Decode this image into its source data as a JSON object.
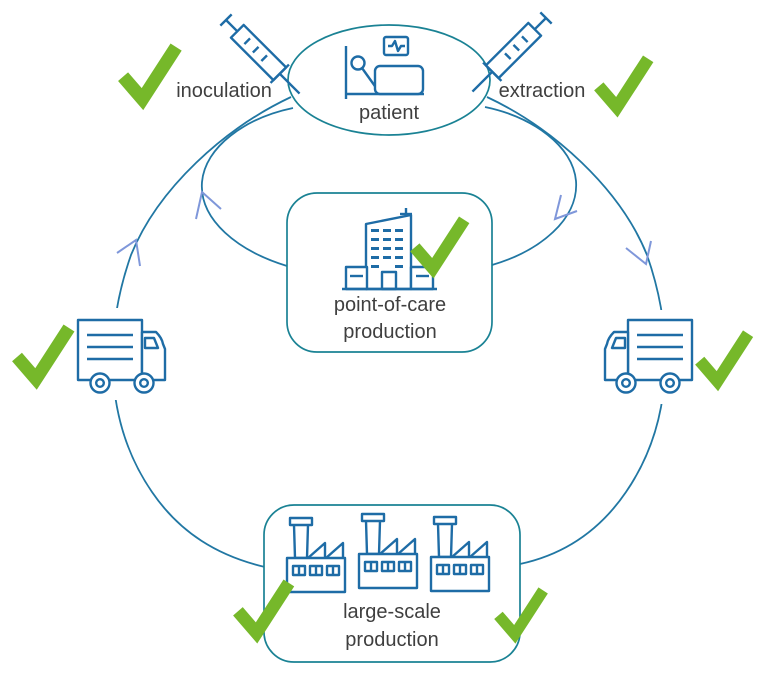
{
  "diagram": {
    "labels": {
      "patient": "patient",
      "inoculation": "inoculation",
      "extraction": "extraction",
      "point_of_care_line1": "point-of-care",
      "point_of_care_line2": "production",
      "large_scale_line1": "large-scale",
      "large_scale_line2": "production"
    },
    "colors": {
      "outline_teal": "#1A8294",
      "icon_blue": "#1E6CA6",
      "flow_line": "#2177A3",
      "arrowhead_blue": "#7F97DA",
      "check_green": "#76B82A",
      "text_gray": "#3F3F3F"
    },
    "checkmark_count": 7
  }
}
